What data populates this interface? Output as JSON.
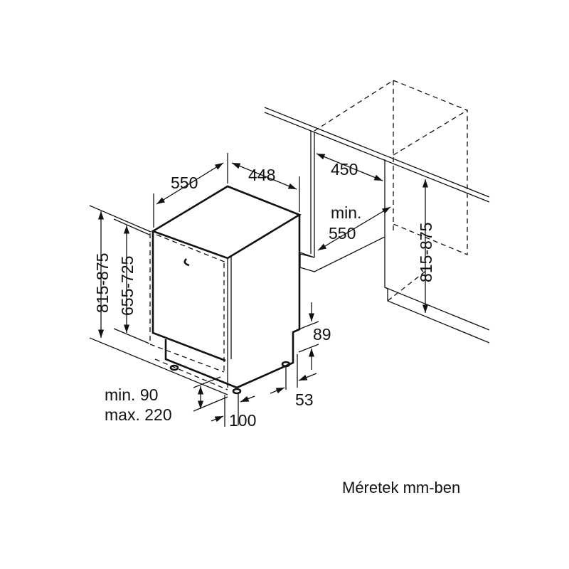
{
  "dimensions": {
    "appliance_depth": "550",
    "appliance_width": "448",
    "niche_width": "450",
    "niche_depth_label": "min.",
    "niche_depth_value": "550",
    "total_height": "815-875",
    "door_height": "655-725",
    "niche_height": "815-875",
    "plinth_gap": "89",
    "foot_offset": "53",
    "plinth_min": "min. 90",
    "plinth_max": "max. 220",
    "plinth_depth": "100"
  },
  "caption": "Méretek mm-ben",
  "colors": {
    "line": "#111111",
    "background": "#ffffff"
  }
}
